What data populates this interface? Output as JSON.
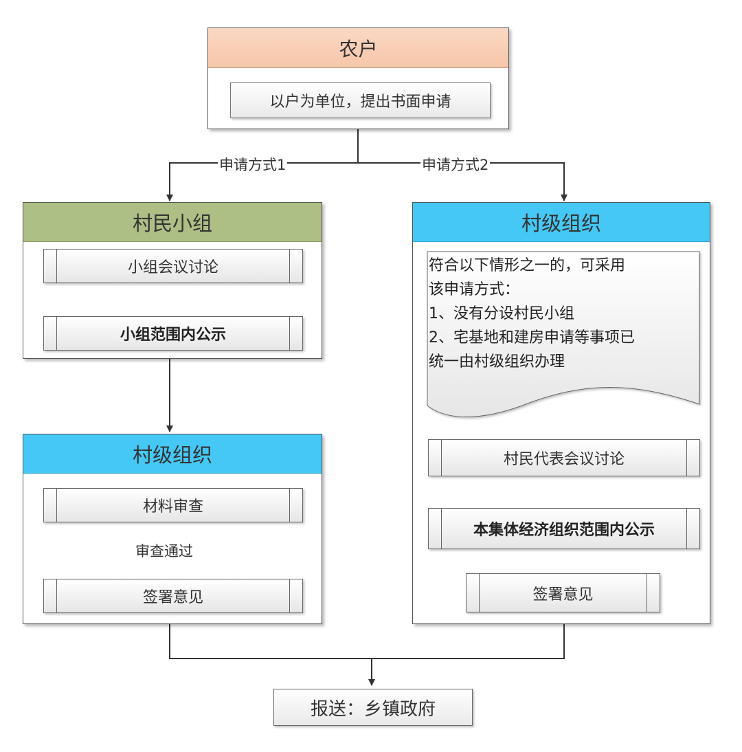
{
  "farmer": {
    "title": "农户",
    "step": "以户为单位，提出书面申请"
  },
  "routes": {
    "method1": "申请方式1",
    "method2": "申请方式2"
  },
  "villager_group": {
    "title": "村民小组",
    "step1": "小组会议讨论",
    "step2": "小组范围内公示"
  },
  "village_org_left": {
    "title": "村级组织",
    "step1": "材料审查",
    "condition": "审查通过",
    "step2": "签署意见"
  },
  "village_org_right": {
    "title": "村级组织",
    "note": [
      "符合以下情形之一的，可采用",
      "该申请方式：",
      "1、没有分设村民小组",
      "2、宅基地和建房申请等事项已",
      "统一由村级组织办理"
    ],
    "step1": "村民代表会议讨论",
    "step2": "本集体经济组织范围内公示",
    "step3": "签署意见"
  },
  "final": {
    "label": "报送：乡镇政府"
  },
  "colors": {
    "farmer_header": "#f6c6a9",
    "group_header": "#adbf85",
    "org_header": "#45c8f5"
  }
}
